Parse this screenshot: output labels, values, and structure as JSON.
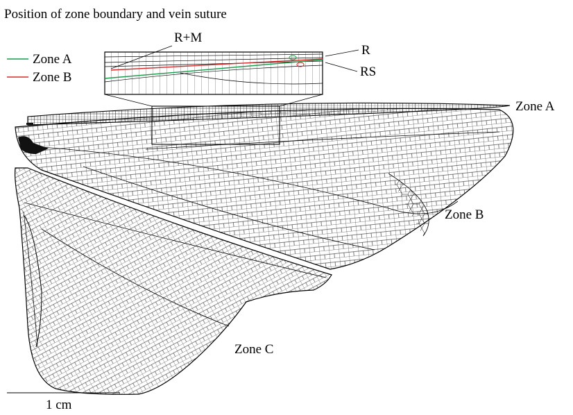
{
  "title": "Position of zone boundary and vein suture",
  "legend": [
    {
      "label": "Zone A",
      "color": "#1a9a4a"
    },
    {
      "label": "Zone B",
      "color": "#d42a2a"
    }
  ],
  "inset_labels": {
    "rm": "R+M",
    "r": "R",
    "rs": "RS"
  },
  "zones": {
    "a": "Zone A",
    "b": "Zone B",
    "c": "Zone C"
  },
  "scale_bar": {
    "label": "1 cm"
  },
  "colors": {
    "ink": "#000000",
    "zone_a": "#1a9a4a",
    "zone_b": "#d42a2a"
  }
}
